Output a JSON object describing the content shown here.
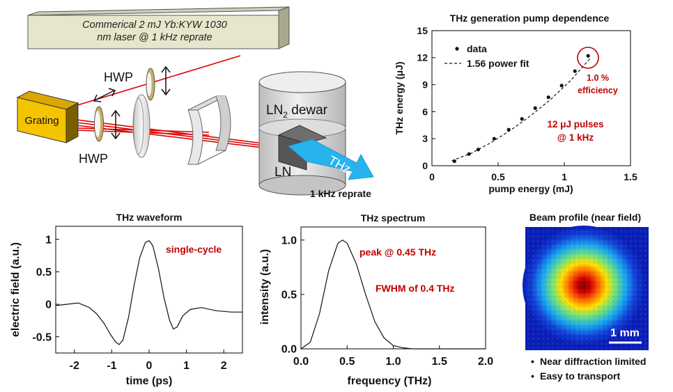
{
  "setup": {
    "laser_label_line1": "Commerical 2 mJ Yb:KYW 1030",
    "laser_label_line2": "nm laser @ 1 kHz reprate",
    "grating_label": "Grating",
    "hwp_top_label": "HWP",
    "hwp_bottom_label": "HWP",
    "dewar_label_prefix": "LN",
    "dewar_label_sub": "2",
    "dewar_label_suffix": " dewar",
    "crystal_label": "LN",
    "thz_arrow_label": "THz",
    "reprate_label": "1 kHz reprate",
    "colors": {
      "laser_box": "#e6e6cc",
      "grating": "#f5c400",
      "beam": "#e00000",
      "thz_arrow": "#27b4ee"
    }
  },
  "pump_chart": {
    "title": "THz generation pump dependence",
    "annotation_eff_line1": "1.0 %",
    "annotation_eff_line2": "efficiency",
    "annotation_pulse_line1": "12 μJ pulses",
    "annotation_pulse_line2": "@ 1 kHz",
    "legend_data": "data",
    "legend_fit": "1.56 power fit"
  },
  "waveform_chart": {
    "title": "THz waveform",
    "annotation": "single-cycle"
  },
  "spectrum_chart": {
    "title": "THz spectrum",
    "annotation1": "peak @ 0.45 THz",
    "annotation2": "FWHM of 0.4 THz"
  },
  "beam_profile": {
    "title": "Beam profile (near field)",
    "scale_label": "1 mm",
    "bullets": [
      "Near diffraction limited",
      "Easy to transport"
    ]
  },
  "chart_data": [
    {
      "type": "scatter",
      "title": "THz generation pump dependence",
      "xlabel": "pump energy (mJ)",
      "ylabel": "THz energy (μJ)",
      "xlim": [
        0,
        1.5
      ],
      "ylim": [
        0,
        15
      ],
      "xticks": [
        0,
        0.5,
        1,
        1.5
      ],
      "xtick_labels": [
        "0",
        "0.5",
        "1",
        "1.5"
      ],
      "yticks": [
        0,
        3,
        6,
        9,
        12,
        15
      ],
      "legend": "top-left",
      "series": [
        {
          "name": "data",
          "style": "points",
          "x": [
            0.17,
            0.28,
            0.35,
            0.47,
            0.58,
            0.68,
            0.78,
            0.88,
            0.98,
            1.08,
            1.18
          ],
          "y": [
            0.5,
            1.3,
            1.8,
            3.0,
            4.0,
            5.2,
            6.4,
            7.6,
            8.9,
            10.5,
            12.2
          ]
        },
        {
          "name": "1.56 power fit",
          "style": "dashed",
          "x": [
            0.15,
            0.3,
            0.45,
            0.6,
            0.75,
            0.9,
            1.05,
            1.2
          ],
          "y": [
            0.55,
            1.4,
            2.6,
            4.0,
            5.6,
            7.4,
            9.5,
            12.0
          ]
        }
      ]
    },
    {
      "type": "line",
      "title": "THz waveform",
      "xlabel": "time (ps)",
      "ylabel": "electric field (a.u.)",
      "xlim": [
        -2.5,
        2.5
      ],
      "ylim": [
        -0.75,
        1.2
      ],
      "xticks": [
        -2,
        -1,
        0,
        1,
        2
      ],
      "yticks": [
        -0.5,
        0,
        0.5,
        1
      ],
      "ytick_labels": [
        "-0.5",
        "0",
        "0.5",
        "1"
      ],
      "series": [
        {
          "x": [
            -2.5,
            -2.2,
            -1.9,
            -1.6,
            -1.4,
            -1.2,
            -1.05,
            -0.9,
            -0.8,
            -0.7,
            -0.55,
            -0.4,
            -0.25,
            -0.1,
            0.0,
            0.1,
            0.25,
            0.4,
            0.55,
            0.65,
            0.75,
            0.9,
            1.1,
            1.4,
            1.8,
            2.2,
            2.5
          ],
          "y": [
            -0.02,
            0.0,
            0.02,
            -0.05,
            -0.15,
            -0.3,
            -0.45,
            -0.58,
            -0.62,
            -0.55,
            -0.2,
            0.3,
            0.72,
            0.95,
            0.98,
            0.9,
            0.55,
            0.1,
            -0.25,
            -0.38,
            -0.35,
            -0.18,
            -0.08,
            -0.05,
            -0.1,
            -0.12,
            -0.12
          ]
        }
      ]
    },
    {
      "type": "line",
      "title": "THz spectrum",
      "xlabel": "frequency (THz)",
      "ylabel": "intensity (a.u.)",
      "xlim": [
        0,
        2.0
      ],
      "ylim": [
        0,
        1.12
      ],
      "xticks": [
        0,
        0.5,
        1.0,
        1.5,
        2.0
      ],
      "xtick_labels": [
        "0.0",
        "0.5",
        "1.0",
        "1.5",
        "2.0"
      ],
      "yticks": [
        0,
        0.5,
        1.0
      ],
      "ytick_labels": [
        "0.0",
        "0.5",
        "1.0"
      ],
      "series": [
        {
          "x": [
            0.0,
            0.1,
            0.2,
            0.3,
            0.4,
            0.45,
            0.5,
            0.6,
            0.7,
            0.8,
            0.9,
            1.0,
            1.1,
            1.2,
            1.5,
            2.0
          ],
          "y": [
            0.0,
            0.06,
            0.32,
            0.72,
            0.97,
            1.0,
            0.97,
            0.78,
            0.5,
            0.25,
            0.1,
            0.03,
            0.01,
            0.0,
            0.0,
            0.0
          ]
        }
      ]
    }
  ]
}
